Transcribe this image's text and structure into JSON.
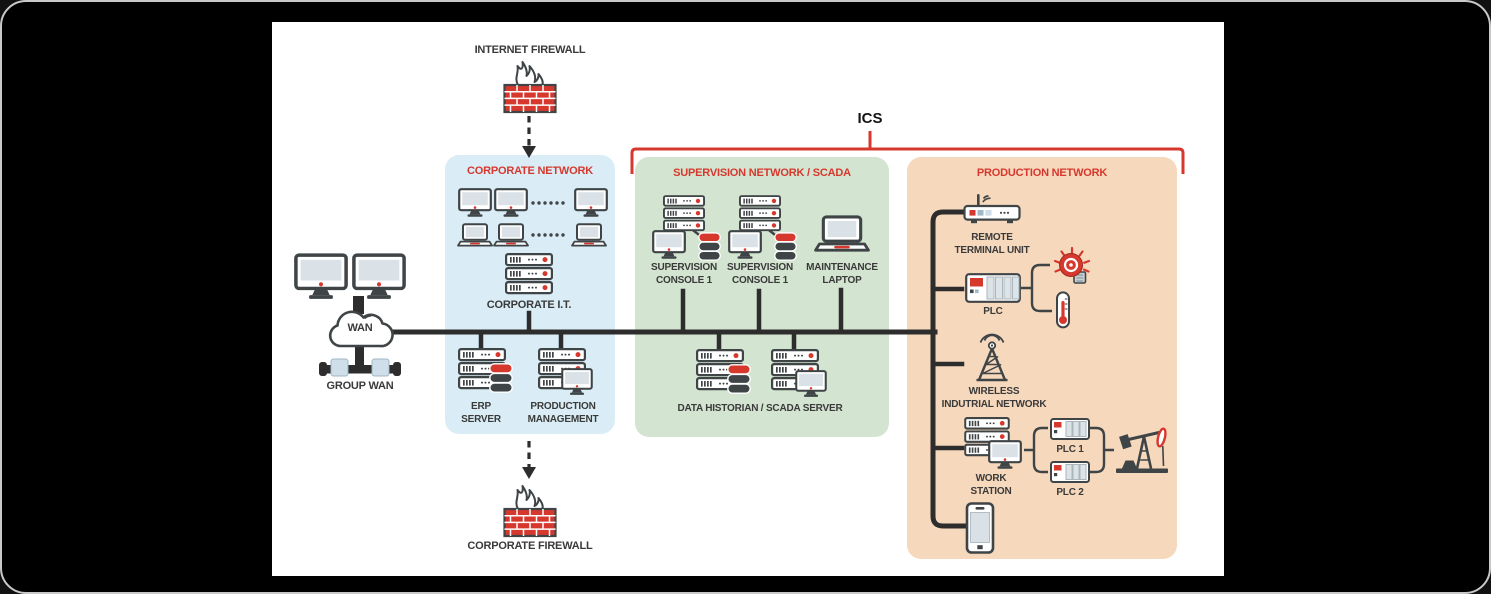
{
  "colors": {
    "accent_red": "#d6382e",
    "line_dark": "#2d2d2d",
    "icon_dark": "#3f4447",
    "label_dark": "#3a3a3a",
    "corporate_bg": "#daedf6",
    "supervision_bg": "#d3e4d0",
    "production_bg": "#f6d8bc",
    "canvas_bg": "#ffffff",
    "page_bg": "#000000"
  },
  "labels": {
    "internet_firewall": "INTERNET FIREWALL",
    "corporate_firewall": "CORPORATE FIREWALL",
    "ics": "ICS",
    "wan": "WAN",
    "group_wan": "GROUP WAN"
  },
  "corporate": {
    "title": "CORPORATE NETWORK",
    "it": "CORPORATE I.T.",
    "erp": "ERP\nSERVER",
    "production_management": "PRODUCTION\nMANAGEMENT"
  },
  "supervision": {
    "title": "SUPERVISION NETWORK / SCADA",
    "console1": "SUPERVISION\nCONSOLE 1",
    "console2": "SUPERVISION\nCONSOLE 1",
    "maintenance_laptop": "MAINTENANCE\nLAPTOP",
    "data_historian": "DATA HISTORIAN / SCADA SERVER"
  },
  "production": {
    "title": "PRODUCTION NETWORK",
    "rtu": "REMOTE\nTERMINAL UNIT",
    "plc": "PLC",
    "wireless": "WIRELESS\nINDUTRIAL NETWORK",
    "workstation": "WORK\nSTATION",
    "plc1": "PLC 1",
    "plc2": "PLC 2"
  }
}
